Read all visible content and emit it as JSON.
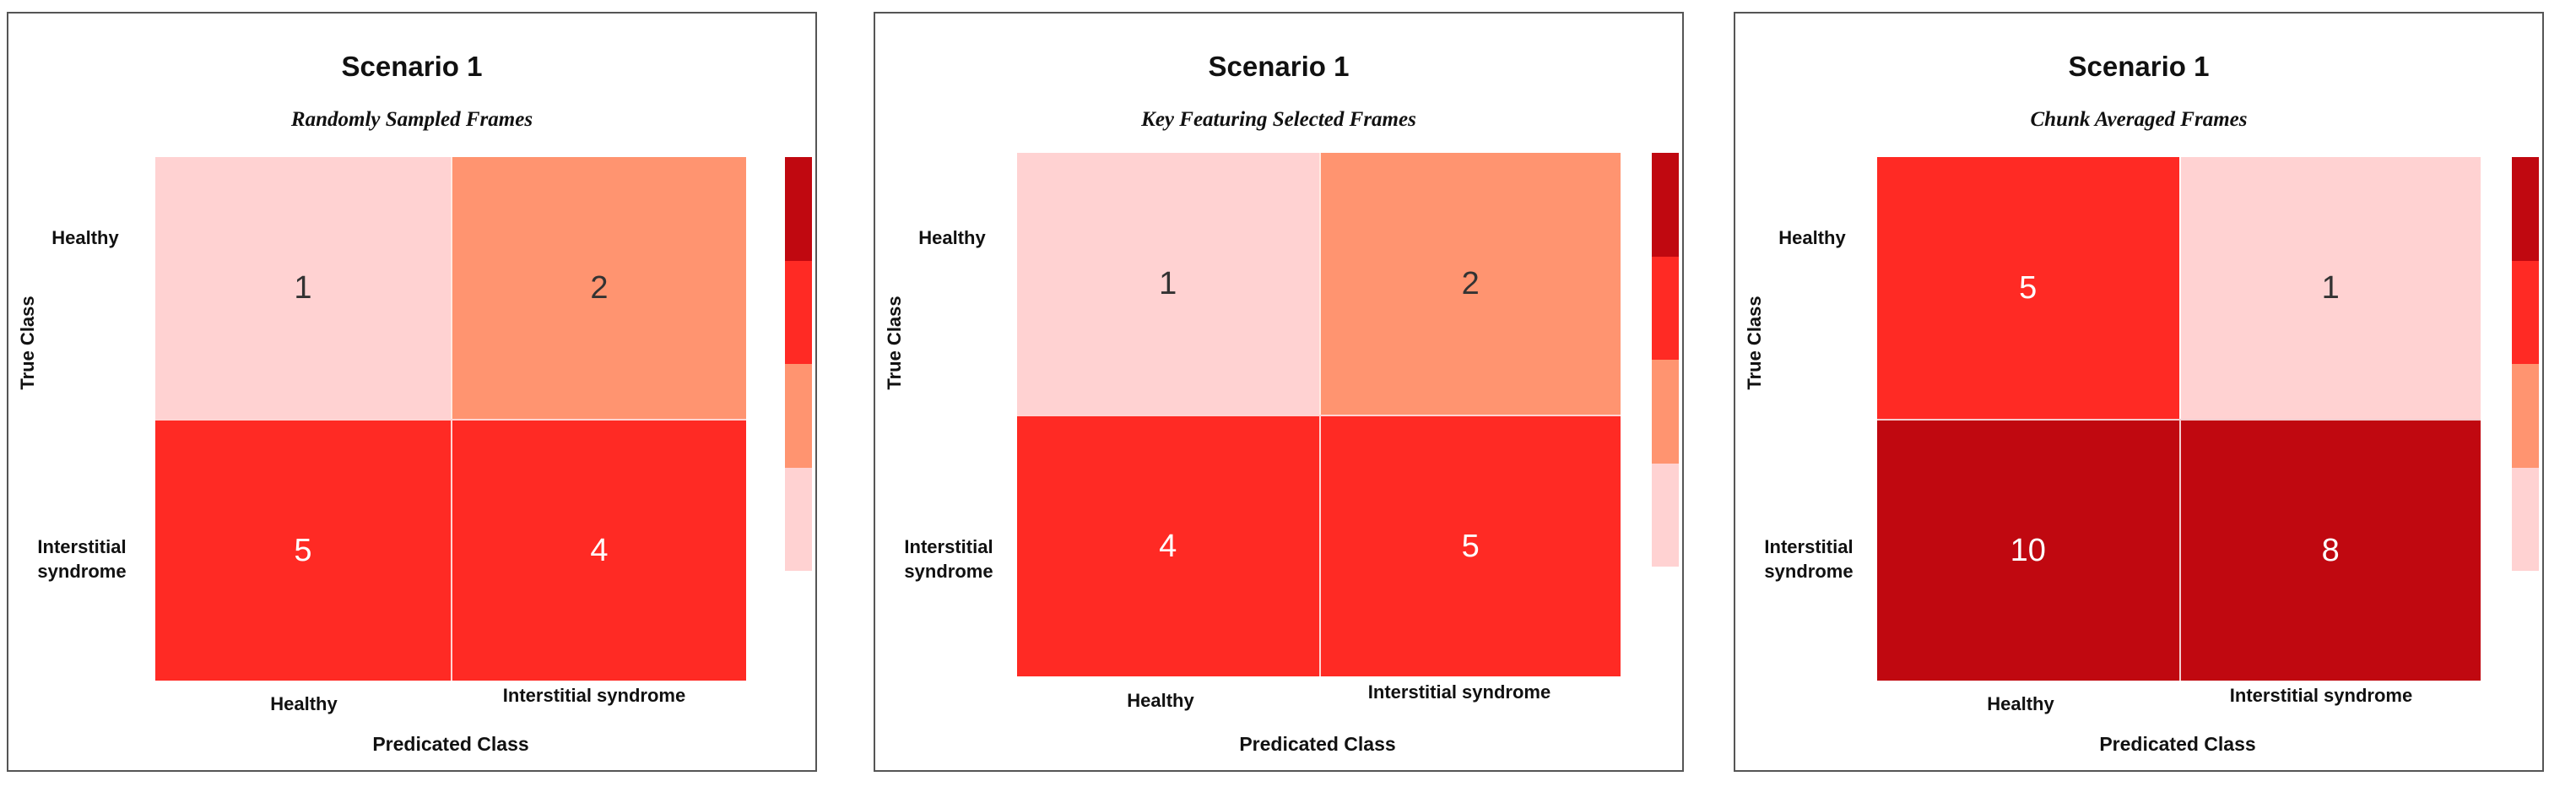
{
  "colors": {
    "level1": "#ffd2d2",
    "level2": "#ff9470",
    "level3": "#ff2a24",
    "level4": "#c00810",
    "text_dark": "#333333",
    "text_light": "#ffffff"
  },
  "chart_data": [
    {
      "type": "heatmap",
      "title": "Scenario 1",
      "subtitle": "Randomly Sampled Frames",
      "xlabel": "Predicated Class",
      "ylabel": "True Class",
      "rows": [
        "Healthy",
        "Interstitial syndrome"
      ],
      "columns": [
        "Healthy",
        "Interstitial syndrome"
      ],
      "values": [
        [
          1,
          2
        ],
        [
          5,
          4
        ]
      ]
    },
    {
      "type": "heatmap",
      "title": "Scenario 1",
      "subtitle": "Key Featuring Selected Frames",
      "xlabel": "Predicated Class",
      "ylabel": "True Class",
      "rows": [
        "Healthy",
        "Interstitial syndrome"
      ],
      "columns": [
        "Healthy",
        "Interstitial syndrome"
      ],
      "values": [
        [
          1,
          2
        ],
        [
          4,
          5
        ]
      ]
    },
    {
      "type": "heatmap",
      "title": "Scenario 1",
      "subtitle": "Chunk Averaged Frames",
      "xlabel": "Predicated Class",
      "ylabel": "True Class",
      "rows": [
        "Healthy",
        "Interstitial syndrome"
      ],
      "columns": [
        "Healthy",
        "Interstitial syndrome"
      ],
      "values": [
        [
          5,
          1
        ],
        [
          10,
          8
        ]
      ]
    }
  ]
}
